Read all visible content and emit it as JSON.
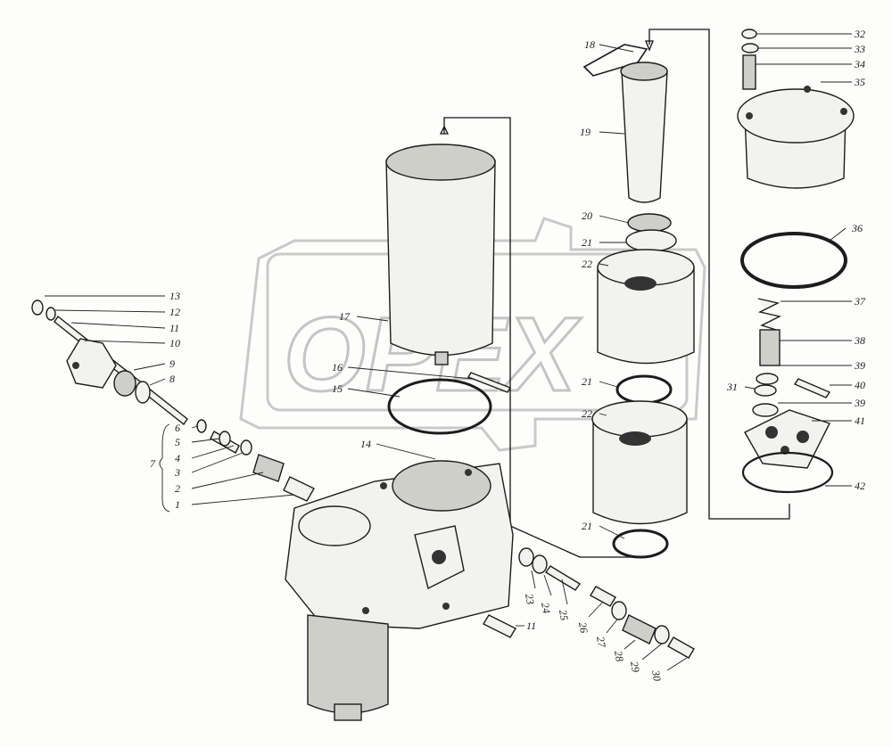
{
  "watermark": {
    "text": "OPEX"
  },
  "labels": [
    {
      "id": "l32",
      "text": "32"
    },
    {
      "id": "l33",
      "text": "33"
    },
    {
      "id": "l34",
      "text": "34"
    },
    {
      "id": "l35",
      "text": "35"
    },
    {
      "id": "l18",
      "text": "18"
    },
    {
      "id": "l19",
      "text": "19"
    },
    {
      "id": "l20",
      "text": "20"
    },
    {
      "id": "l21a",
      "text": "21"
    },
    {
      "id": "l22a",
      "text": "22"
    },
    {
      "id": "l36",
      "text": "36"
    },
    {
      "id": "l37",
      "text": "37"
    },
    {
      "id": "l38",
      "text": "38"
    },
    {
      "id": "l39a",
      "text": "39"
    },
    {
      "id": "l40",
      "text": "40"
    },
    {
      "id": "l31",
      "text": "31"
    },
    {
      "id": "l39b",
      "text": "39"
    },
    {
      "id": "l41",
      "text": "41"
    },
    {
      "id": "l42",
      "text": "42"
    },
    {
      "id": "l21b",
      "text": "21"
    },
    {
      "id": "l22b",
      "text": "22"
    },
    {
      "id": "l21c",
      "text": "21"
    },
    {
      "id": "l17",
      "text": "17"
    },
    {
      "id": "l16",
      "text": "16"
    },
    {
      "id": "l15",
      "text": "15"
    },
    {
      "id": "l14",
      "text": "14"
    },
    {
      "id": "l13",
      "text": "13"
    },
    {
      "id": "l12",
      "text": "12"
    },
    {
      "id": "l11a",
      "text": "11"
    },
    {
      "id": "l10",
      "text": "10"
    },
    {
      "id": "l9",
      "text": "9"
    },
    {
      "id": "l8",
      "text": "8"
    },
    {
      "id": "l6",
      "text": "6"
    },
    {
      "id": "l5",
      "text": "5"
    },
    {
      "id": "l4",
      "text": "4"
    },
    {
      "id": "l7",
      "text": "7"
    },
    {
      "id": "l3",
      "text": "3"
    },
    {
      "id": "l2",
      "text": "2"
    },
    {
      "id": "l1",
      "text": "1"
    },
    {
      "id": "l11b",
      "text": "11"
    },
    {
      "id": "l23",
      "text": "23"
    },
    {
      "id": "l24",
      "text": "24"
    },
    {
      "id": "l25",
      "text": "25"
    },
    {
      "id": "l26",
      "text": "26"
    },
    {
      "id": "l27",
      "text": "27"
    },
    {
      "id": "l28",
      "text": "28"
    },
    {
      "id": "l29",
      "text": "29"
    },
    {
      "id": "l30",
      "text": "30"
    }
  ]
}
